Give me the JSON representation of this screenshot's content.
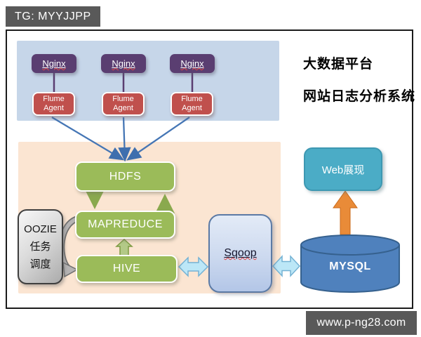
{
  "header": {
    "tag_label": "TG: MYYJJPP"
  },
  "footer": {
    "site_url": "www.p-ng28.com"
  },
  "title": {
    "line1": "大数据平台",
    "line2": "网站日志分析系统"
  },
  "diagram": {
    "nginx_nodes": [
      {
        "label": "Nginx"
      },
      {
        "label": "Nginx"
      },
      {
        "label": "Nginx"
      }
    ],
    "flume_nodes": [
      {
        "line1": "Flume",
        "line2": "Agent"
      },
      {
        "line1": "Flume",
        "line2": "Agent"
      },
      {
        "line1": "Flume",
        "line2": "Agent"
      }
    ],
    "hdfs": {
      "label": "HDFS"
    },
    "mapreduce": {
      "label": "MAPREDUCE"
    },
    "hive": {
      "label": "HIVE"
    },
    "oozie": {
      "line1": "OOZIE",
      "line2": "任务",
      "line3": "调度"
    },
    "sqoop": {
      "label": "Sqoop"
    },
    "mysql": {
      "label": "MYSQL"
    },
    "web": {
      "label": "Web展现"
    }
  },
  "colors": {
    "nginx_purple": "#5a3e71",
    "flume_red": "#c0504d",
    "hadoop_green": "#9bbb59",
    "panel_blue": "#c6d6e9",
    "panel_peach": "#fbe5d2",
    "sqoop_blue": "#b3c6e7",
    "mysql_blue": "#4f81bd",
    "web_teal": "#4bacc6",
    "arrow_orange": "#e98b38",
    "arrow_lightblue": "#bce7f7",
    "arrow_green": "#8aa94e",
    "arrow_gray": "#a0a0a0",
    "line_blue": "#4576b5",
    "watermark_gray": "#595959"
  }
}
